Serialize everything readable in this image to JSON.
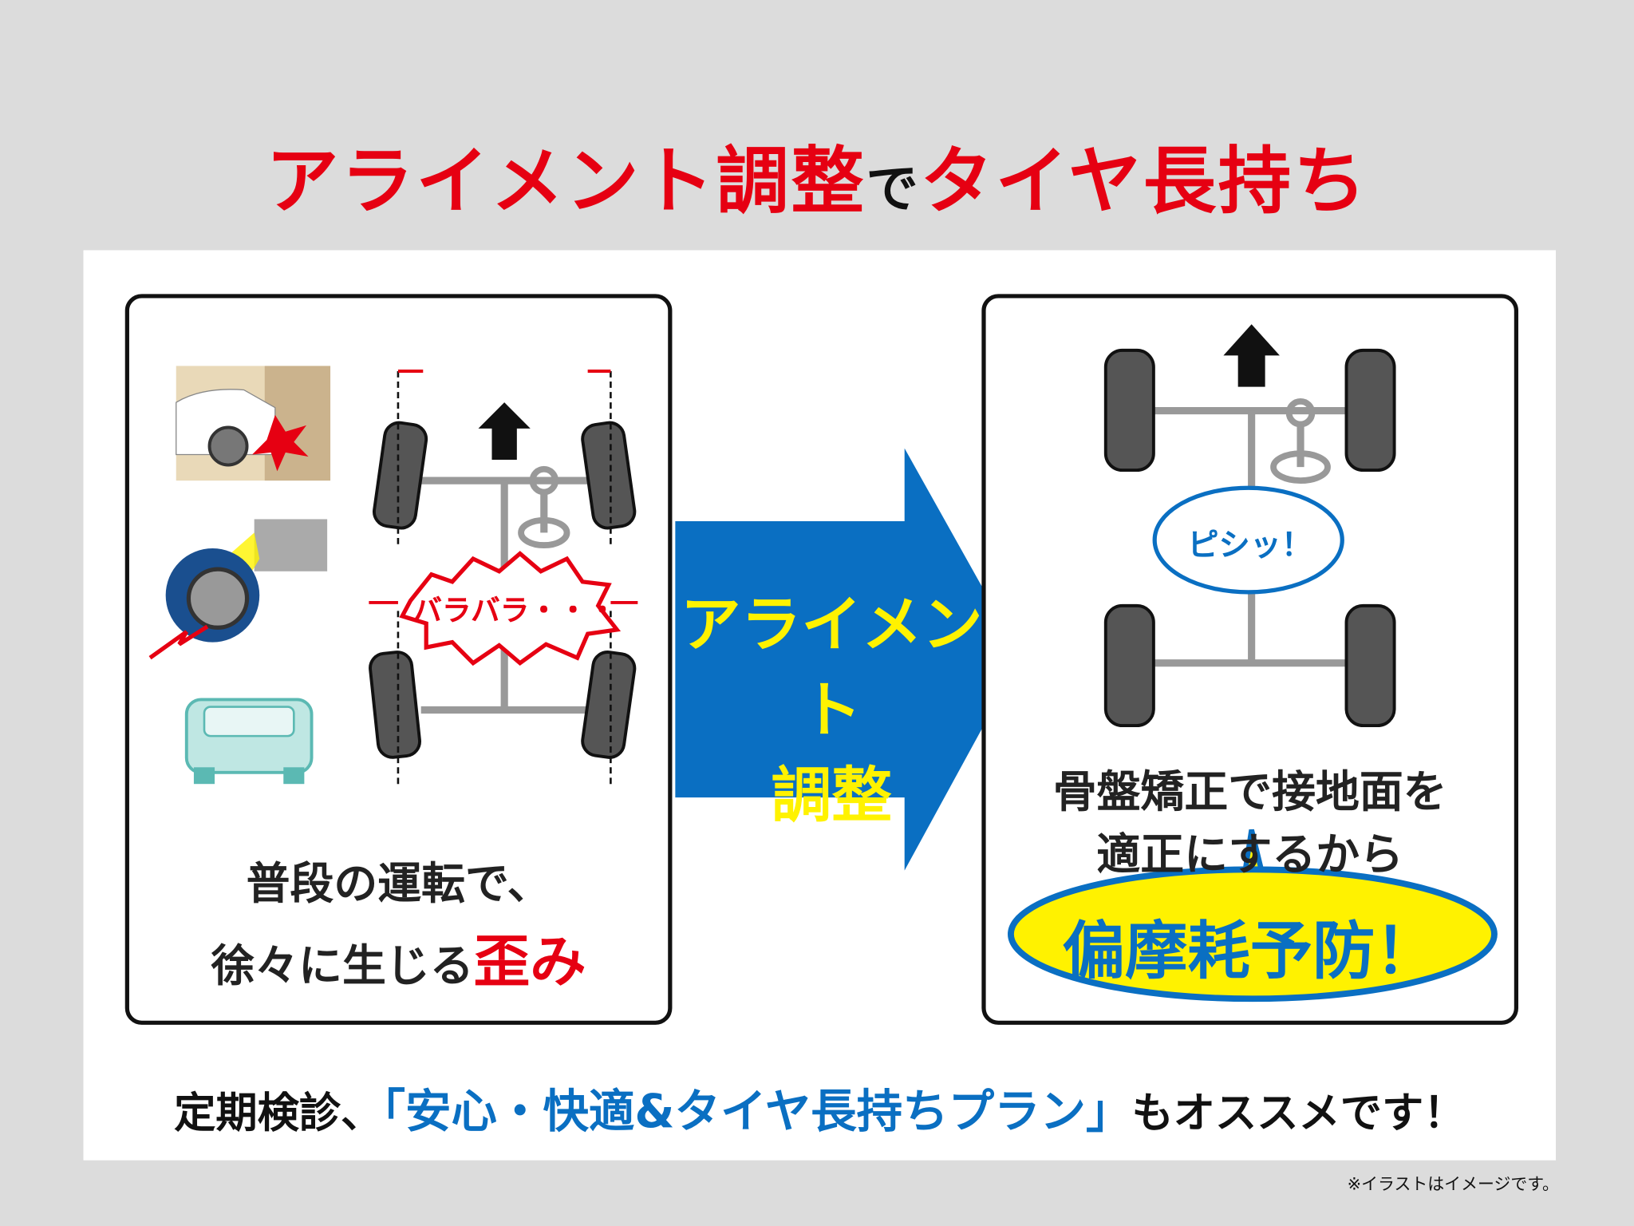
{
  "title": {
    "part1": "アライメント調整",
    "part2": "で",
    "part3": "タイヤ長持ち"
  },
  "left_box": {
    "burst_label": "バラバラ・・・",
    "line1": "普段の運転で、",
    "line2_prefix": "徐々に生じる",
    "line2_emphasis": "歪み"
  },
  "center_arrow": {
    "line1": "アライメント",
    "line2": "調整"
  },
  "right_box": {
    "bubble_label": "ピシッ！",
    "line1": "骨盤矯正で接地面を",
    "line2": "適正にするから",
    "callout": "偏摩耗予防！"
  },
  "bottom": {
    "prefix": "定期検診、",
    "plan": "「安心・快適&タイヤ長持ちプラン」",
    "suffix": "もオススメです！"
  },
  "note": "※イラストはイメージです。",
  "colors": {
    "red": "#e60012",
    "blue": "#0a6fc2",
    "arrow_blue": "#0a6fc2",
    "yellow": "#fff200",
    "background": "#dcdcdc"
  }
}
